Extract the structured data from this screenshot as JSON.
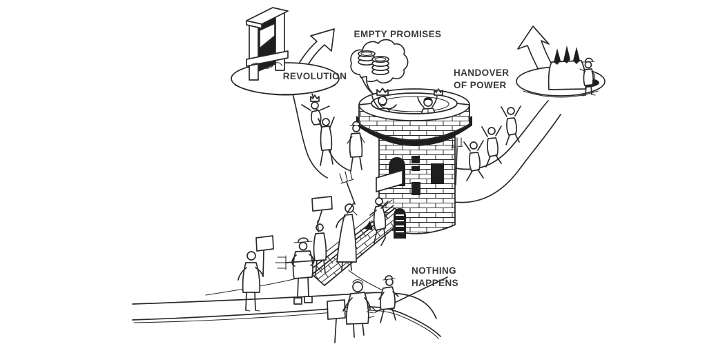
{
  "scene": {
    "background": "#ffffff",
    "ink_color": "#2a2a2a",
    "label_color": "#3a3a3a"
  },
  "labels": {
    "empty_promises": "EMPTY PROMISES",
    "revolution": "REVOLUTION",
    "handover_line1": "HANDOVER",
    "handover_line2": "OF POWER",
    "nothing_line1": "NOTHING",
    "nothing_line2": "HAPPENS"
  },
  "icons": {
    "revolution": "guillotine-icon",
    "revolution_exit": "curved-arrow-icon",
    "empty_promises": "coin-stacks-thought-bubble-icon",
    "handover_of_power": "crown-icon",
    "handover_exit": "curved-arrow-icon",
    "nothing_happens": "walking-away-figures",
    "protest": "tower-with-crowd"
  }
}
